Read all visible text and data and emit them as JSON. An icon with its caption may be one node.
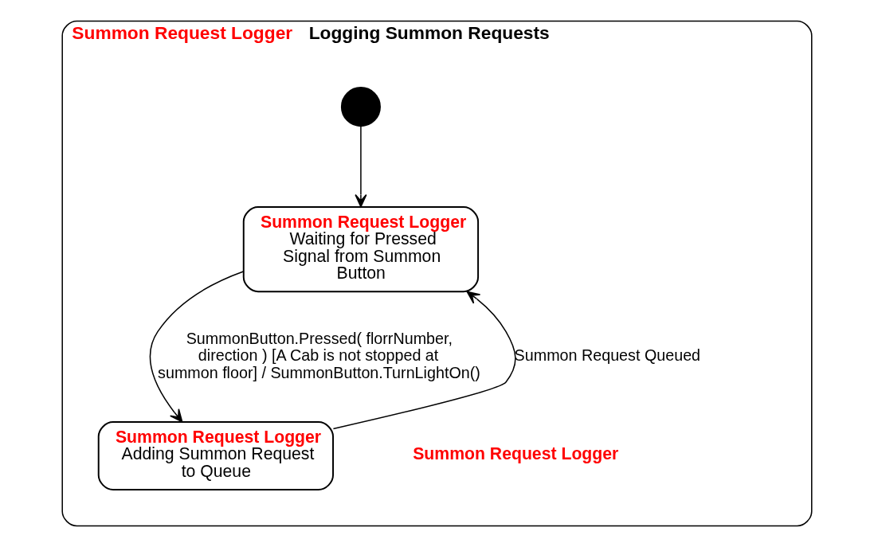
{
  "diagram": {
    "nodes": [
      {
        "text": [
          "Summon Request Logger",
          "Logging Summon Requests"
        ]
      },
      {
        "text": [],
        "shape": "circle",
        "in": 0
      },
      {
        "text": [
          "Summon Request Logger",
          "Waiting for Pressed Signal from Summon Button"
        ],
        "in": 0
      },
      {
        "text": [
          "Summon Request Logger",
          "Adding Summon Request to Queue"
        ],
        "in": 0
      }
    ],
    "edges": [
      {
        "from": 1,
        "to": 2,
        "arrow": "to"
      },
      {
        "from": 2,
        "to": 3,
        "arrow": "to",
        "label": "SummonButton.Pressed( florrNumber, direction ) [A Cab is not stopped at summon floor] / SummonButton.TurnLightOn()"
      },
      {
        "from": 3,
        "to": 2,
        "arrow": "to",
        "label": "Summon Request Queued"
      }
    ],
    "labels": [
      "Summon Request Logger"
    ]
  }
}
